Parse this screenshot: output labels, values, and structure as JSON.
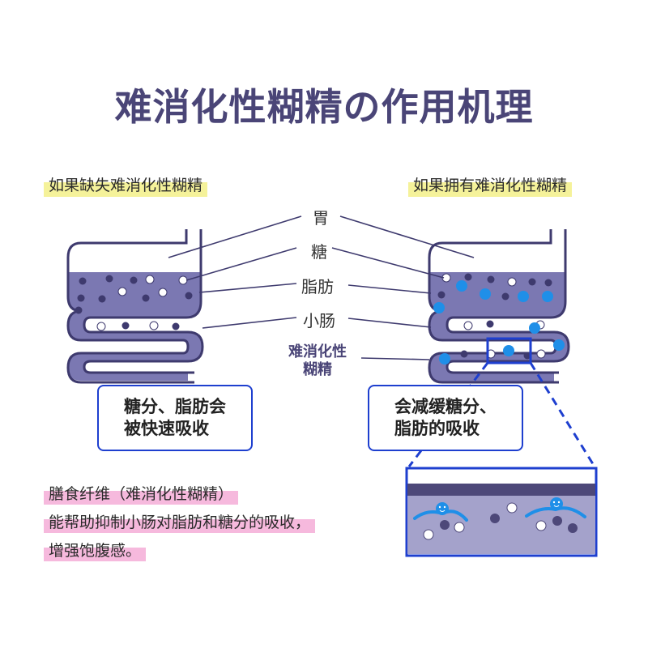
{
  "title": "难消化性糊精の作用机理",
  "left_heading": "如果缺失难消化性糊精",
  "right_heading": "如果拥有难消化性糊精",
  "labels": {
    "stomach": "胃",
    "sugar": "糖",
    "fat": "脂肪",
    "small_intestine": "小肠",
    "dextrin_line1": "难消化性",
    "dextrin_line2": "糊精"
  },
  "left_box": {
    "line1": "糖分、脂肪会",
    "line2": "被快速吸收"
  },
  "right_box": {
    "line1": "会减缓糖分、",
    "line2": "脂肪的吸收"
  },
  "bottom_text": {
    "line1": "膳食纤维（难消化性糊精）",
    "line2": "能帮助抑制小肠对脂肪和糖分的吸收，",
    "line3": "增强饱腹感。"
  },
  "colors": {
    "title": "#4a4577",
    "intestine_fill": "#7b78b2",
    "intestine_outline": "#3e3a6e",
    "dextrin": "#1f8fe8",
    "box_border": "#1e3fcf",
    "highlight_yellow": "#f5f29a",
    "highlight_pink": "#f6b9dd"
  }
}
